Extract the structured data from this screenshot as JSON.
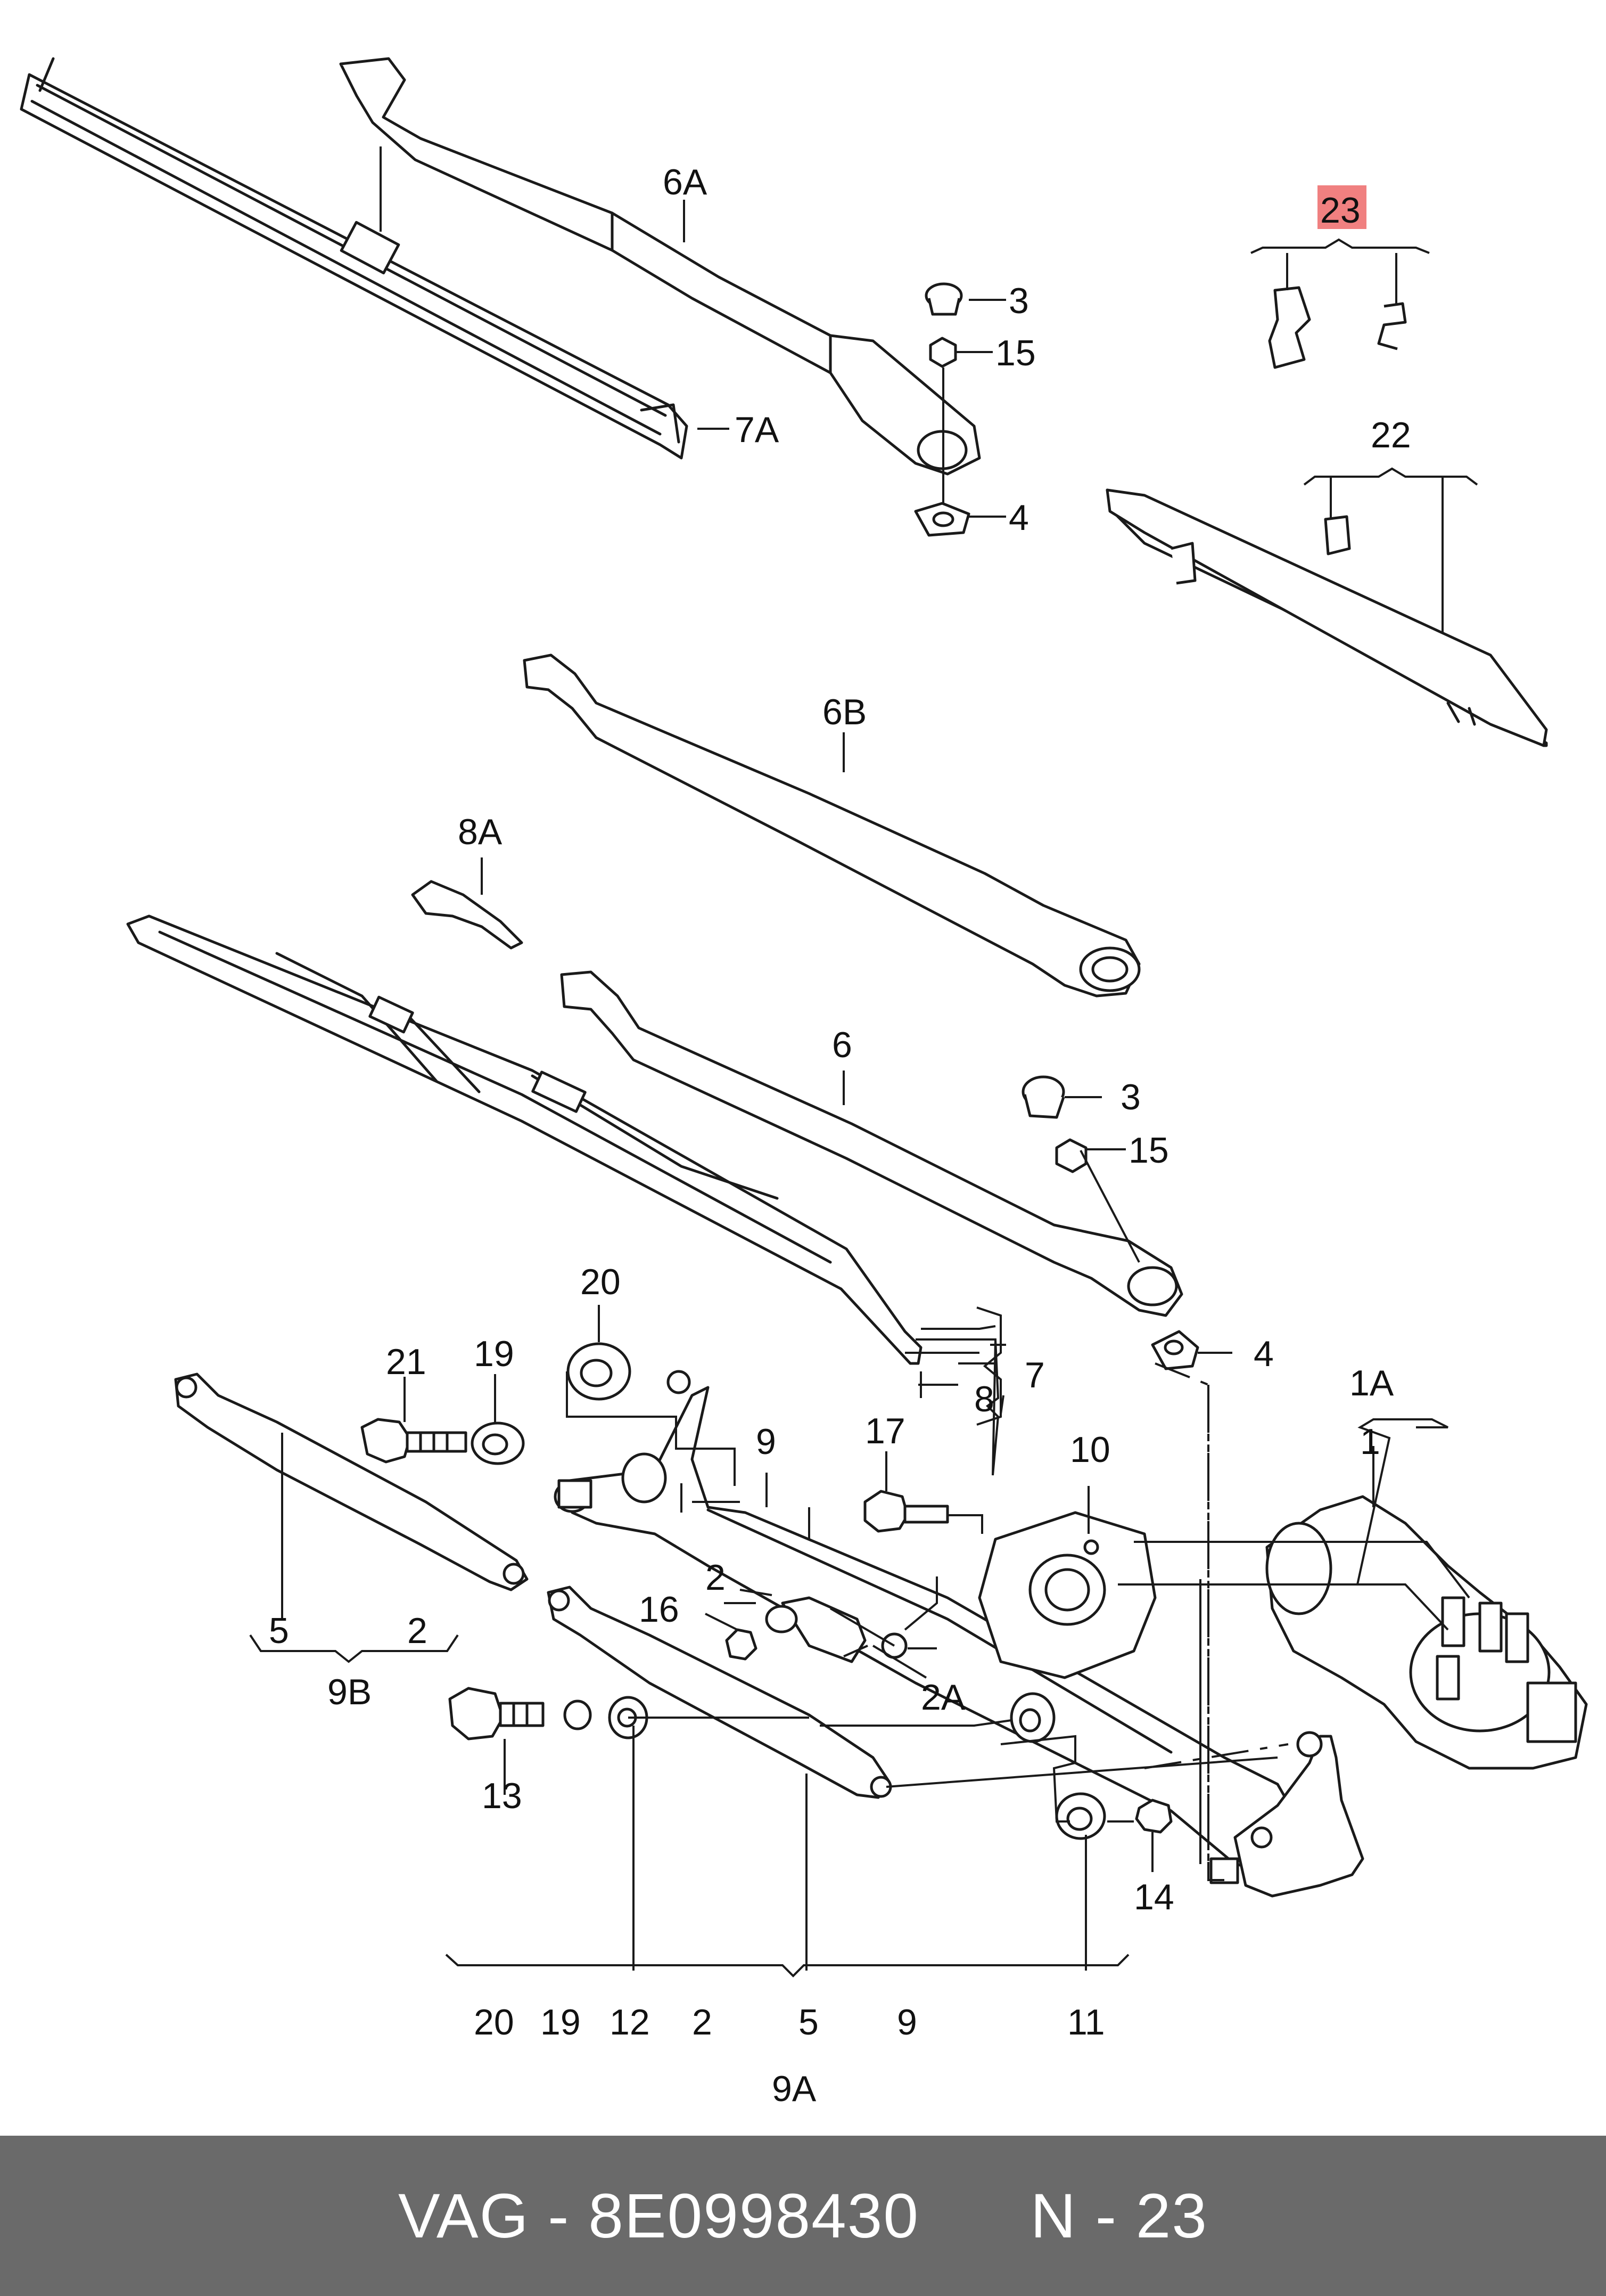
{
  "labels": {
    "l_6A": "6A",
    "l_7A": "7A",
    "l_3a": "3",
    "l_15a": "15",
    "l_4a": "4",
    "l_23": "23",
    "l_22": "22",
    "l_6B": "6B",
    "l_8A": "8A",
    "l_6": "6",
    "l_3b": "3",
    "l_15b": "15",
    "l_4b": "4",
    "l_20": "20",
    "l_21": "21",
    "l_19": "19",
    "l_7": "7",
    "l_8": "8",
    "l_1A": "1A",
    "l_1": "1",
    "l_17": "17",
    "l_10": "10",
    "l_9": "9",
    "l_2": "2",
    "l_16": "16",
    "l_2A": "2A",
    "l_5": "5",
    "l_2b": "2",
    "l_9B": "9B",
    "l_13": "13",
    "l_14": "14",
    "l_9A": "9A",
    "g_20": "20",
    "g_19": "19",
    "g_12": "12",
    "g_2": "2",
    "g_5": "5",
    "g_9": "9",
    "g_11": "11"
  },
  "highlight_color": "#f08080",
  "footer": {
    "brand": "VAG",
    "part_number": "8E0998430",
    "ref": "N - 23"
  }
}
